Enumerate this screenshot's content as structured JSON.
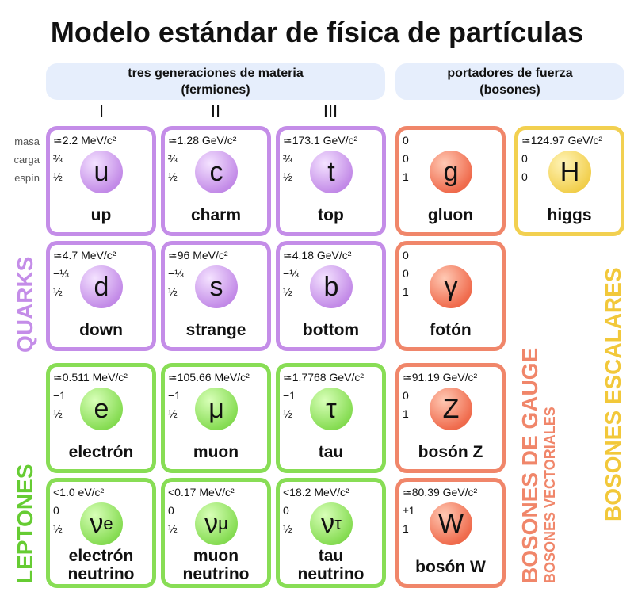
{
  "title": "Modelo estándar de física de partículas",
  "headers": {
    "fermions_line1": "tres generaciones de materia",
    "fermions_line2": "(fermiones)",
    "bosons_line1": "portadores de fuerza",
    "bosons_line2": "(bosones)"
  },
  "generations": [
    "I",
    "II",
    "III"
  ],
  "row_labels": {
    "mass": "masa",
    "charge": "carga",
    "spin": "espín"
  },
  "group_labels": {
    "quarks": "QUARKS",
    "leptons": "LEPTONES",
    "gauge_bosons": "BOSONES DE GAUGE",
    "vector_bosons": "BOSONES VECTORIALES",
    "scalar_bosons": "BOSONES ESCALARES"
  },
  "colors": {
    "quark": "#c48de8",
    "lepton": "#88dd55",
    "gauge": "#f0866a",
    "scalar": "#f2d050",
    "header": "#e6eefc"
  },
  "particles": {
    "up": {
      "mass": "≃2.2 MeV/c²",
      "charge": "⅔",
      "spin": "½",
      "symbol": "u",
      "name": "up"
    },
    "charm": {
      "mass": "≃1.28 GeV/c²",
      "charge": "⅔",
      "spin": "½",
      "symbol": "c",
      "name": "charm"
    },
    "top": {
      "mass": "≃173.1 GeV/c²",
      "charge": "⅔",
      "spin": "½",
      "symbol": "t",
      "name": "top"
    },
    "gluon": {
      "mass": "0",
      "charge": "0",
      "spin": "1",
      "symbol": "g",
      "name": "gluon"
    },
    "higgs": {
      "mass": "≃124.97 GeV/c²",
      "charge": "0",
      "spin": "0",
      "symbol": "H",
      "name": "higgs"
    },
    "down": {
      "mass": "≃4.7 MeV/c²",
      "charge": "−⅓",
      "spin": "½",
      "symbol": "d",
      "name": "down"
    },
    "strange": {
      "mass": "≃96 MeV/c²",
      "charge": "−⅓",
      "spin": "½",
      "symbol": "s",
      "name": "strange"
    },
    "bottom": {
      "mass": "≃4.18 GeV/c²",
      "charge": "−⅓",
      "spin": "½",
      "symbol": "b",
      "name": "bottom"
    },
    "photon": {
      "mass": "0",
      "charge": "0",
      "spin": "1",
      "symbol": "γ",
      "name": "fotón"
    },
    "electron": {
      "mass": "≃0.511 MeV/c²",
      "charge": "−1",
      "spin": "½",
      "symbol": "e",
      "name": "electrón"
    },
    "muon": {
      "mass": "≃105.66 MeV/c²",
      "charge": "−1",
      "spin": "½",
      "symbol": "μ",
      "name": "muon"
    },
    "tau": {
      "mass": "≃1.7768 GeV/c²",
      "charge": "−1",
      "spin": "½",
      "symbol": "τ",
      "name": "tau"
    },
    "zboson": {
      "mass": "≃91.19 GeV/c²",
      "charge": "0",
      "spin": "1",
      "symbol": "Z",
      "name": "bosón Z"
    },
    "e_neutrino": {
      "mass": "<1.0 eV/c²",
      "charge": "0",
      "spin": "½",
      "symbol": "ν",
      "sub": "e",
      "name1": "electrón",
      "name2": "neutrino"
    },
    "mu_neutrino": {
      "mass": "<0.17 MeV/c²",
      "charge": "0",
      "spin": "½",
      "symbol": "ν",
      "sub": "μ",
      "name1": "muon",
      "name2": "neutrino"
    },
    "tau_neutrino": {
      "mass": "<18.2 MeV/c²",
      "charge": "0",
      "spin": "½",
      "symbol": "ν",
      "sub": "τ",
      "name1": "tau",
      "name2": "neutrino"
    },
    "wboson": {
      "mass": "≃80.39 GeV/c²",
      "charge": "±1",
      "spin": "1",
      "symbol": "W",
      "name": "bosón W"
    }
  }
}
